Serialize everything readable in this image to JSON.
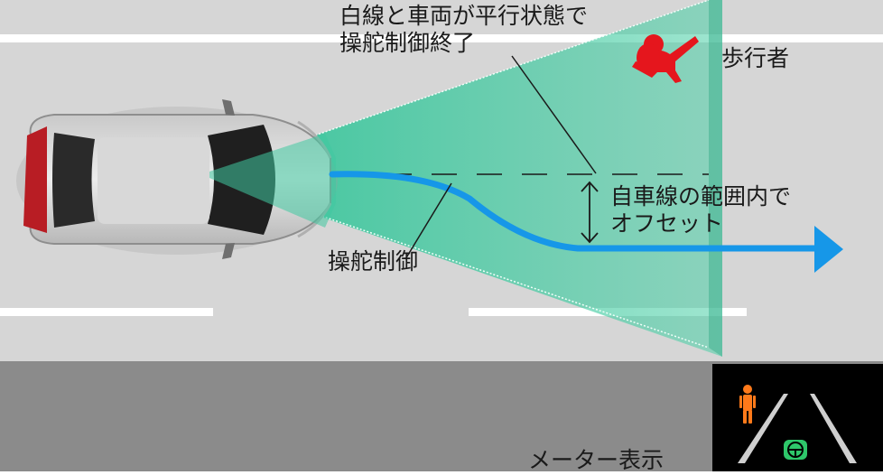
{
  "labels": {
    "end_steering": "白線と車両が平行状態で\n操舵制御終了",
    "pedestrian": "歩行者",
    "offset": "自車線の範囲内で\nオフセット",
    "steering_control": "操舵制御",
    "meter_display": "メーター表示"
  },
  "icons": {
    "pedestrian": "pedestrian-figure",
    "meter_pedestrian": "pedestrian-icon",
    "meter_steering": "steering-wheel-icon"
  },
  "colors": {
    "road": "#d3d3d3",
    "lower_band": "#8a8a8a",
    "lane_marking": "#ffffff",
    "sensor_area": "#3fc7a0",
    "trajectory": "#1697e8",
    "pedestrian": "#e5161d",
    "meter_pedestrian": "#ff7a1a",
    "meter_steering": "#2ec76a"
  }
}
